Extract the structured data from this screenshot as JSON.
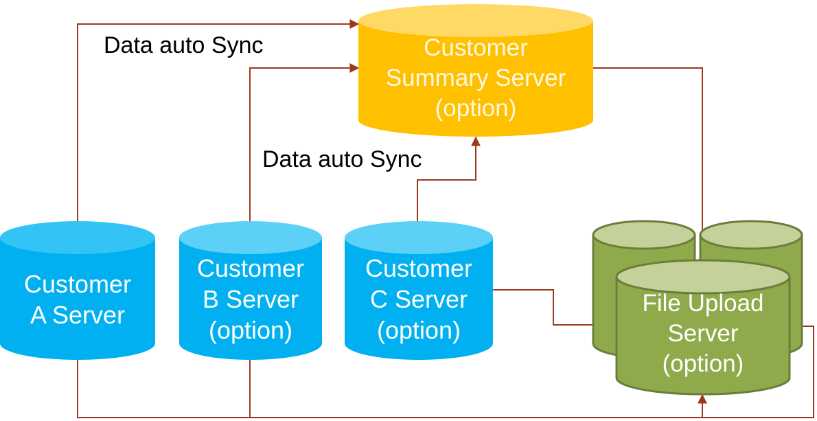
{
  "nodes": {
    "summary": {
      "lines": [
        "Customer",
        "Summary Server",
        "(option)"
      ],
      "color": "#ffc000",
      "top_color": "#ffd966"
    },
    "customer_a": {
      "lines": [
        "Customer",
        "A Server"
      ],
      "color": "#00b0f0",
      "top_color": "#33c4f5"
    },
    "customer_b": {
      "lines": [
        "Customer",
        "B Server",
        "(option)"
      ],
      "color": "#00b0f0",
      "top_color": "#5dd0f7"
    },
    "customer_c": {
      "lines": [
        "Customer",
        "C Server",
        "(option)"
      ],
      "color": "#00b0f0",
      "top_color": "#5dd0f7"
    },
    "file_upload": {
      "lines": [
        "File Upload",
        "Server",
        "(option)"
      ],
      "color": "#8faa4b",
      "top_color": "#c4d19a",
      "border_color": "#6b7d3c"
    }
  },
  "labels": {
    "sync_top": "Data auto Sync",
    "sync_mid": "Data auto Sync"
  },
  "colors": {
    "connector": "#9b3a1a"
  }
}
